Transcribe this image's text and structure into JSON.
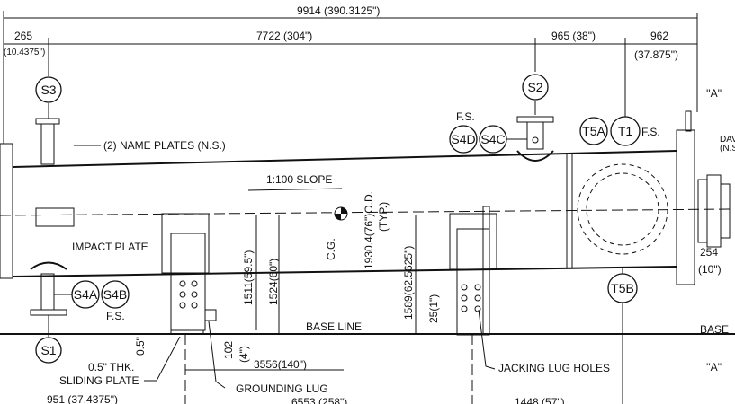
{
  "dimensions": {
    "overall": "9914 (390.3125\")",
    "left_offset_mm": "265",
    "left_offset_in": "(10.4375\")",
    "s3_to_s2": "7722 (304\")",
    "s2_to_t1": "965 (38\")",
    "t1_to_end_mm": "962",
    "t1_to_end_in": "(37.875\")",
    "od": "1930.4(76\")O.D.",
    "od_typ": "(TYP.)",
    "h1511": "1511(59.5\")",
    "h1524": "1524(60\")",
    "h1589": "1589(62.5625\")",
    "h25": "25(1\")",
    "plate": "0.5\"",
    "h102": "102",
    "h102_in": "(4\")",
    "span3556": "3556(140\")",
    "flange254": "254",
    "flange254_in": "(10\")",
    "bottom_left": "951 (37.4375\")",
    "bottom_mid": "6553 (258\")",
    "bottom_right": "1448 (57\")"
  },
  "nozzles": {
    "s1": "S1",
    "s2": "S2",
    "s3": "S3",
    "s4a": "S4A",
    "s4b": "S4B",
    "s4c": "S4C",
    "s4d": "S4D",
    "t1": "T1",
    "t5a": "T5A",
    "t5b": "T5B",
    "fs": "F.S."
  },
  "notes": {
    "name_plates": "(2) NAME PLATES (N.S.)",
    "slope": "1:100 SLOPE",
    "cg": "C.G.",
    "impact_plate": "IMPACT PLATE",
    "base_line": "BASE LINE",
    "base": "BASE",
    "section_a": "''A''",
    "davit": "DAV",
    "davit_ns": "(N.S",
    "sliding_plate_1": "0.5\" THK.",
    "sliding_plate_2": "SLIDING PLATE",
    "grounding_lug": "GROUNDING LUG",
    "jacking_lug_holes": "JACKING LUG HOLES"
  }
}
